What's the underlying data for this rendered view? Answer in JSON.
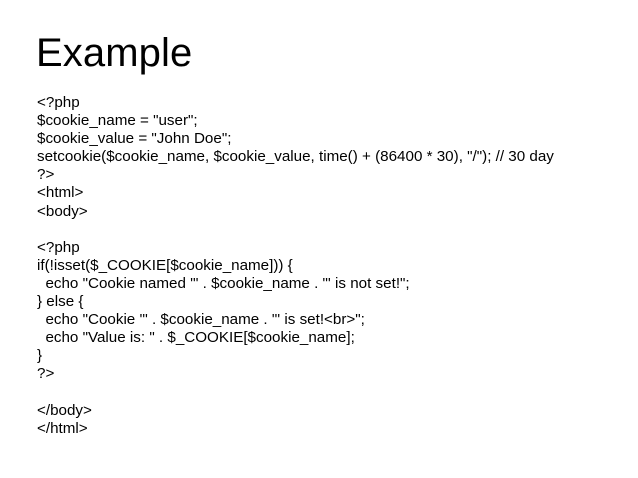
{
  "slide": {
    "title": "Example",
    "background_color": "#ffffff",
    "text_color": "#000000"
  },
  "code": {
    "language": "php",
    "lines": [
      "<?php",
      "$cookie_name = \"user\";",
      "$cookie_value = \"John Doe\";",
      "setcookie($cookie_name, $cookie_value, time() + (86400 * 30), \"/\"); // 30 day",
      "?>",
      "<html>",
      "<body>",
      "",
      "<?php",
      "if(!isset($_COOKIE[$cookie_name])) {",
      "  echo \"Cookie named '\" . $cookie_name . \"' is not set!\";",
      "} else {",
      "  echo \"Cookie '\" . $cookie_name . \"' is set!<br>\";",
      "  echo \"Value is: \" . $_COOKIE[$cookie_name];",
      "}",
      "?>",
      "",
      "</body>",
      "</html>"
    ]
  }
}
